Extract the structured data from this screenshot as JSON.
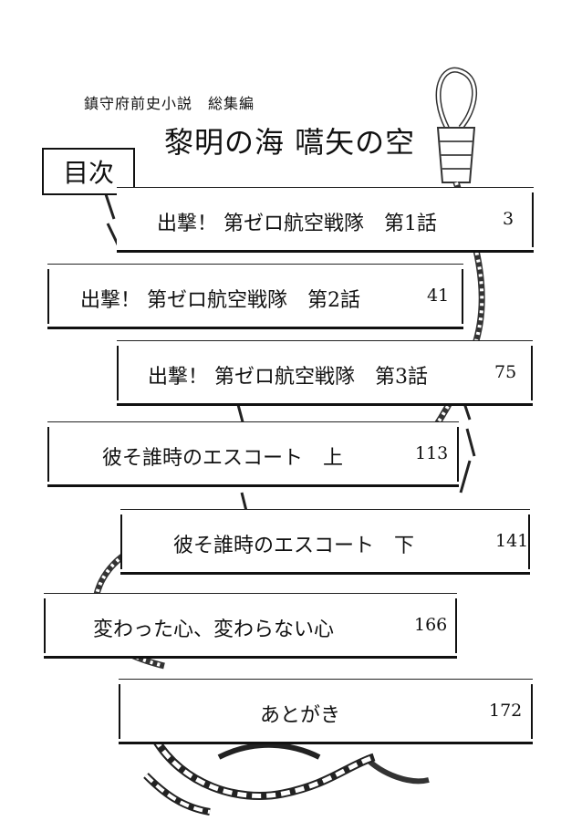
{
  "header": {
    "subtitle": "鎮守府前史小説　総集編",
    "title": "黎明の海 嚆矢の空"
  },
  "toc_label": "目次",
  "entries": [
    {
      "title": "出撃！ 第ゼロ航空戦隊　第1話",
      "page": "3"
    },
    {
      "title": "出撃！ 第ゼロ航空戦隊　第2話",
      "page": "41"
    },
    {
      "title": "出撃！ 第ゼロ航空戦隊　第3話",
      "page": "75"
    },
    {
      "title": "彼そ誰時のエスコート　上",
      "page": "113"
    },
    {
      "title": "彼そ誰時のエスコート　下",
      "page": "141"
    },
    {
      "title": "変わった心、変わらない心",
      "page": "166"
    },
    {
      "title": "あとがき",
      "page": "172"
    }
  ],
  "illustration": {
    "chain_icon": "chain-icon",
    "rope_icon": "rope-noose-icon"
  }
}
